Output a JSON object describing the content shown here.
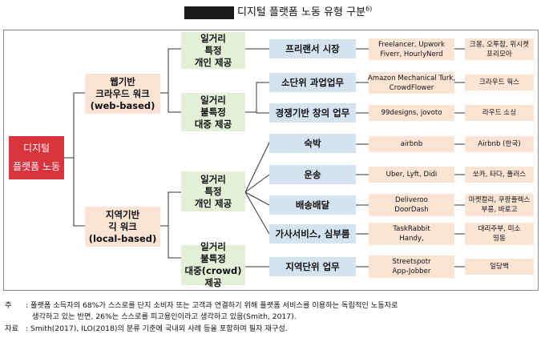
{
  "title": {
    "text": "디지털 플랫폼 노동 유형 구분",
    "footnote_mark": "6)"
  },
  "root": {
    "lines": [
      "디지털",
      "플랫폼 노동"
    ]
  },
  "categories": [
    {
      "lines": [
        "웹기반",
        "크라우드 워크",
        "(web-based)"
      ]
    },
    {
      "lines": [
        "지역기반",
        "긱 워크",
        "(local-based)"
      ]
    }
  ],
  "subcategories": [
    {
      "lines": [
        "일거리",
        "특정",
        "개인 제공"
      ]
    },
    {
      "lines": [
        "일거리",
        "불특정",
        "대중 제공"
      ]
    },
    {
      "lines": [
        "일거리",
        "특정",
        "개인 제공"
      ]
    },
    {
      "lines": [
        "일거리",
        "불특정",
        "대중(crowd) 제공"
      ]
    }
  ],
  "types": [
    {
      "label": "프리랜서 시장",
      "global": [
        "Freelancer, Upwork",
        "Fiverr, HourlyNerd"
      ],
      "korea": [
        "크몽, 오투잡, 위시켓",
        "프리모아"
      ]
    },
    {
      "label": "소단위 과업업무",
      "global": [
        "Amazon Mechanical Turk,",
        "CrowdFlower"
      ],
      "korea": [
        "크라우드 웍스"
      ]
    },
    {
      "label": "경쟁기반 창의 업무",
      "global": [
        "99designs, jovoto"
      ],
      "korea": [
        "라우드 소싱"
      ]
    },
    {
      "label": "숙박",
      "global": [
        "airbnb"
      ],
      "korea": [
        "Airbnb (한국)"
      ]
    },
    {
      "label": "운송",
      "global": [
        "Uber, Lyft, Didi"
      ],
      "korea": [
        "쏘카, 타다, 풀러스"
      ]
    },
    {
      "label": "배송배달",
      "global": [
        "Deliveroo",
        "DoorDash"
      ],
      "korea": [
        "마켓컬리, 쿠팡플렉스",
        "부릉, 바로고"
      ]
    },
    {
      "label": "가사서비스, 심부름",
      "global": [
        "TaskRabbit",
        "Handy,"
      ],
      "korea": [
        "대리주부, 미소",
        "띵동"
      ]
    },
    {
      "label": "지역단위 업무",
      "global": [
        "Streetspotr",
        "App-Jobber"
      ],
      "korea": [
        "일당백"
      ]
    }
  ],
  "notes": {
    "note_label": "주",
    "note_line1": ": 플랫폼 소득자의 68%가 스스로를 단지 소비자 또는 고객과 연결하기 위해 플랫폼 서비스를 이용하는 독립적인 노동자로",
    "note_line2": "생각하고 있는 반면, 26%는 스스로를 피고용인이라고 생각하고 있음(Smith, 2017).",
    "source_label": "자료",
    "source_text": ": Smith(2017), ILO(2018)의 분류 기준에 국내외 사례 등을 포함하여 필자 재구성."
  },
  "colors": {
    "root": "#d9333d",
    "category": "#fbe4d4",
    "subcategory": "#e3efd7",
    "type": "#d5e3f1",
    "example": "#fbe4d4"
  }
}
